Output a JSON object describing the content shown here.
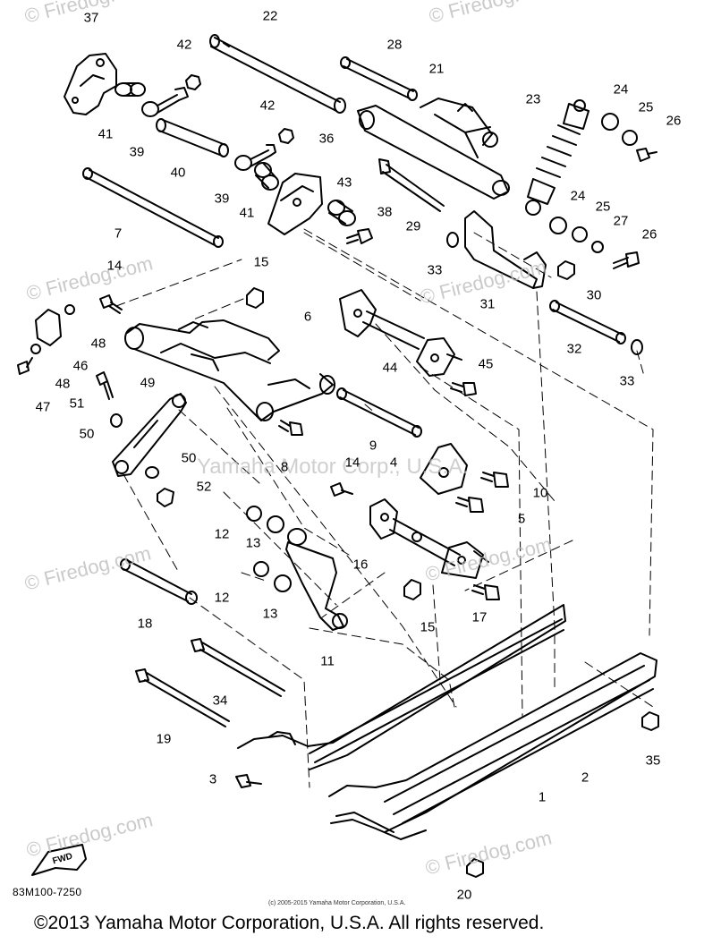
{
  "watermarks": {
    "brand": "© Firedog.com",
    "center": "Yamaha Motor Corp., U.S.A."
  },
  "callouts": [
    "1",
    "2",
    "3",
    "4",
    "5",
    "6",
    "7",
    "8",
    "9",
    "10",
    "11",
    "12",
    "12",
    "13",
    "13",
    "14",
    "14",
    "15",
    "15",
    "16",
    "17",
    "18",
    "19",
    "20",
    "21",
    "22",
    "23",
    "24",
    "24",
    "25",
    "25",
    "26",
    "26",
    "27",
    "28",
    "29",
    "30",
    "31",
    "32",
    "33",
    "33",
    "34",
    "35",
    "36",
    "37",
    "38",
    "39",
    "39",
    "40",
    "41",
    "41",
    "42",
    "42",
    "43",
    "44",
    "45",
    "46",
    "47",
    "48",
    "48",
    "49",
    "50",
    "50",
    "51",
    "52"
  ],
  "fwd_label": "FWD",
  "part_code": "83M100-7250",
  "small_copyright": "(c) 2005-2015 Yamaha Motor Corporation, U.S.A.",
  "footer": "©2013 Yamaha Motor Corporation, U.S.A. All rights reserved.",
  "colors": {
    "line": "#000000",
    "watermark": "#bdbdbd",
    "background": "#ffffff"
  }
}
